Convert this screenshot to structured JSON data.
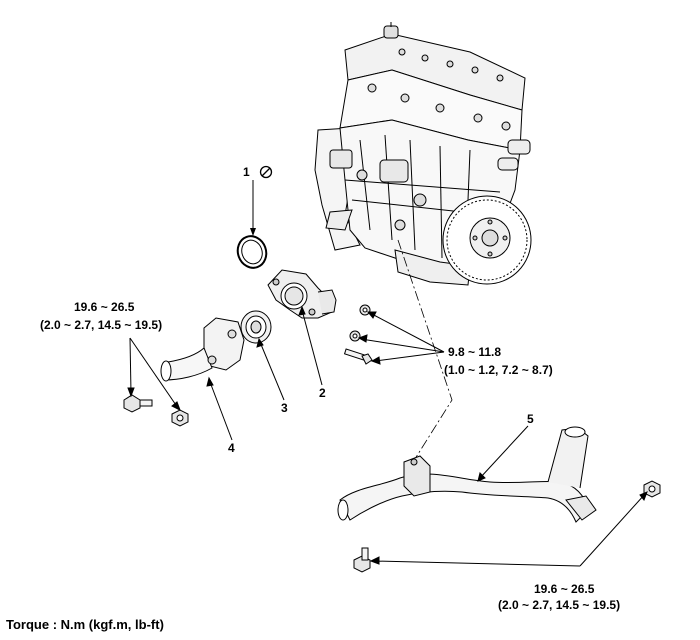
{
  "callouts": {
    "part1": "1",
    "part2": "2",
    "part3": "3",
    "part4": "4",
    "part5": "5"
  },
  "torque_specs": {
    "outlet_bolts": {
      "value": "19.6 ~ 26.5",
      "units": "(2.0 ~ 2.7, 14.5 ~ 19.5)"
    },
    "housing_fasteners": {
      "value": "9.8 ~ 11.8",
      "units": "(1.0 ~ 1.2, 7.2 ~ 8.7)"
    },
    "pipe_bolts": {
      "value": "19.6 ~ 26.5",
      "units": "(2.0 ~ 2.7,  14.5 ~ 19.5)"
    }
  },
  "footer": {
    "torque_legend": "Torque : N.m (kgf.m, lb-ft)"
  },
  "icons": {
    "reuse_prohibited": "do-not-reuse-icon"
  },
  "colors": {
    "line": "#000000",
    "background": "#ffffff"
  }
}
